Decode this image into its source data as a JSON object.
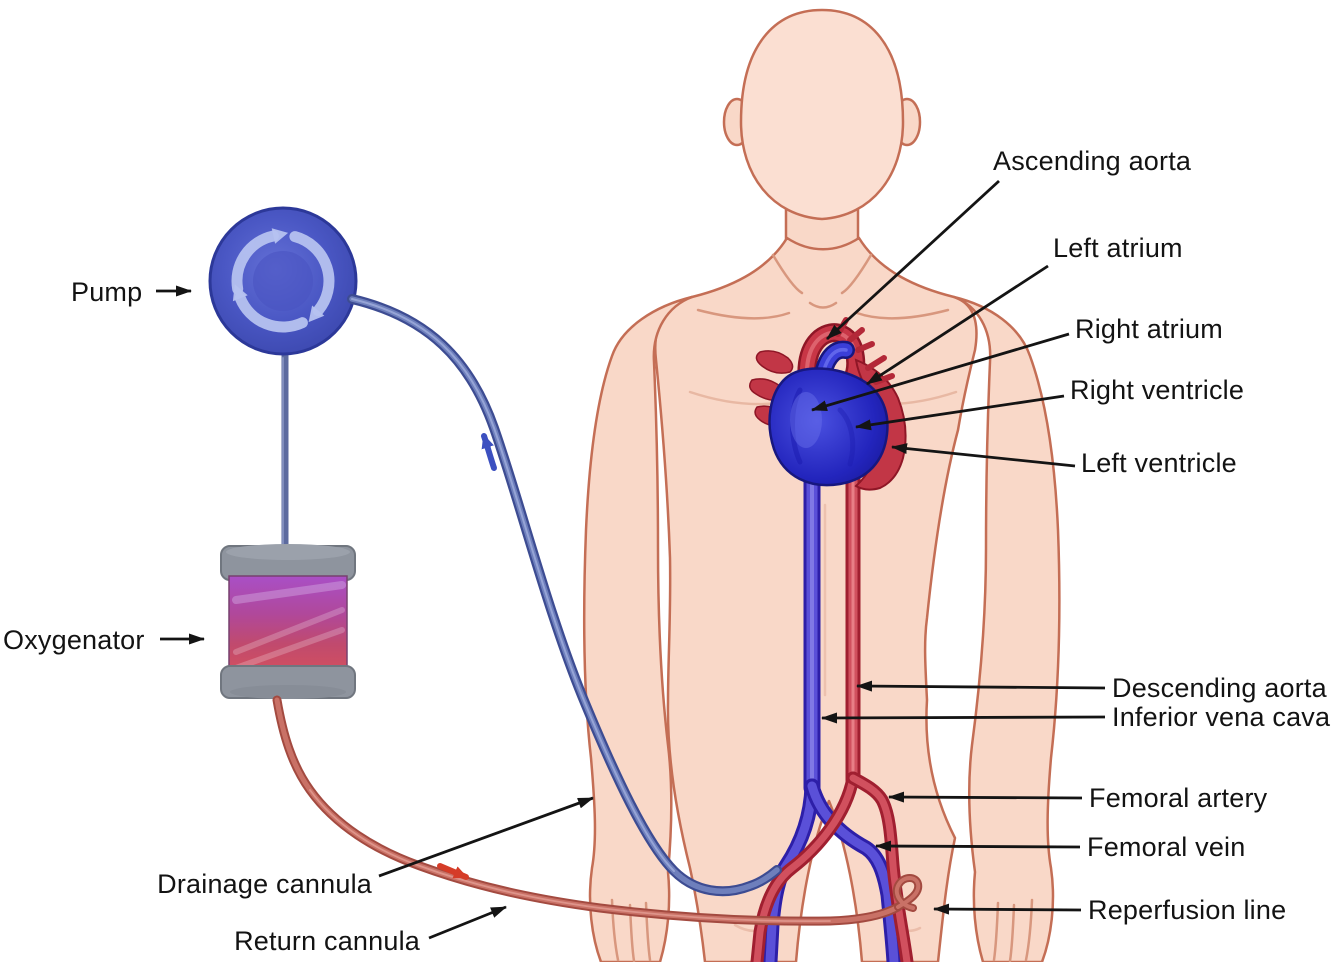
{
  "diagram": {
    "kind": "medical-illustration",
    "labels": {
      "pump": "Pump",
      "oxygenator": "Oxygenator",
      "drainage_cannula": "Drainage cannula",
      "return_cannula": "Return cannula",
      "ascending_aorta": "Ascending aorta",
      "left_atrium": "Left atrium",
      "right_atrium": "Right atrium",
      "right_ventricle": "Right ventricle",
      "left_ventricle": "Left ventricle",
      "descending_aorta": "Descending aorta",
      "inferior_vena_cava": "Inferior vena cava",
      "femoral_artery": "Femoral artery",
      "femoral_vein": "Femoral vein",
      "reperfusion_line": "Reperfusion line"
    },
    "icons": {
      "pump_rotation": "circular-arrows-clockwise",
      "venous_flow_arrow": "arrow-up",
      "arterial_flow_arrow": "arrow-right"
    },
    "colors": {
      "background": "#ffffff",
      "skin": "#f9d8c8",
      "skin_outline": "#c46e55",
      "heart_blue": "#2b2ecf",
      "vessel_red": "#c23646",
      "pump_blue": "#4353c3",
      "pump_arrow": "#b6c2f0",
      "cannula_blue": "#5a6cab",
      "cannula_red": "#b05045",
      "oxygenator_cap": "#8e949e",
      "oxygenator_purple": "#a94fc6",
      "oxygenator_red": "#d14f60",
      "flow_arrow_blue": "#3c50c0",
      "flow_arrow_red": "#d53c28",
      "label_text": "#131313",
      "leader_line": "#141414"
    }
  }
}
